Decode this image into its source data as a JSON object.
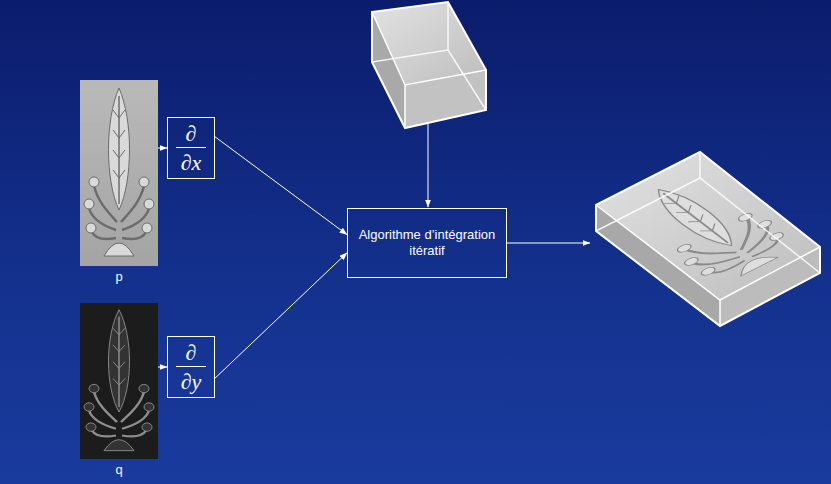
{
  "diagram": {
    "nodes": [
      {
        "text": [
          "p"
        ]
      },
      {
        "text": [
          "∂",
          "∂x"
        ]
      },
      {
        "text": [
          "Algorithme d’intégration itératif"
        ]
      },
      {
        "text": [
          "q"
        ]
      },
      {
        "text": [
          "∂",
          "∂y"
        ]
      }
    ],
    "edges": [
      {
        "from": 0,
        "to": 1,
        "arrow": "to"
      },
      {
        "from": 1,
        "to": 2,
        "arrow": "to"
      },
      {
        "from": 3,
        "to": 4,
        "arrow": "to"
      },
      {
        "from": 4,
        "to": 2,
        "arrow": "to"
      }
    ]
  }
}
